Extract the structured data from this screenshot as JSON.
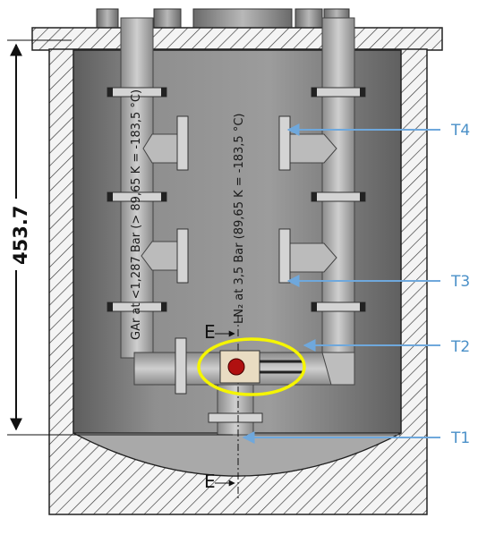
{
  "dimension": {
    "value": "453.7"
  },
  "labels": {
    "gar": "GAr at <1,287 Bar (> 89,65 K = -183,5 °C)",
    "ln2": "LN₂ at 3,5 Bar (89,65 K = -183,5 °C)",
    "section_top": "E",
    "section_bottom": "E"
  },
  "sensors": [
    {
      "id": "T4",
      "label": "T4"
    },
    {
      "id": "T3",
      "label": "T3"
    },
    {
      "id": "T2",
      "label": "T2"
    },
    {
      "id": "T1",
      "label": "T1"
    }
  ],
  "colors": {
    "callout_arrow": "#6fa8dc",
    "callout_text": "#4a90c8",
    "highlight": "#f5f500",
    "sensor_dot": "#b01010",
    "metal_dark": "#6b6b6b",
    "metal_mid": "#9a9a9a",
    "metal_light": "#c4c4c4"
  }
}
